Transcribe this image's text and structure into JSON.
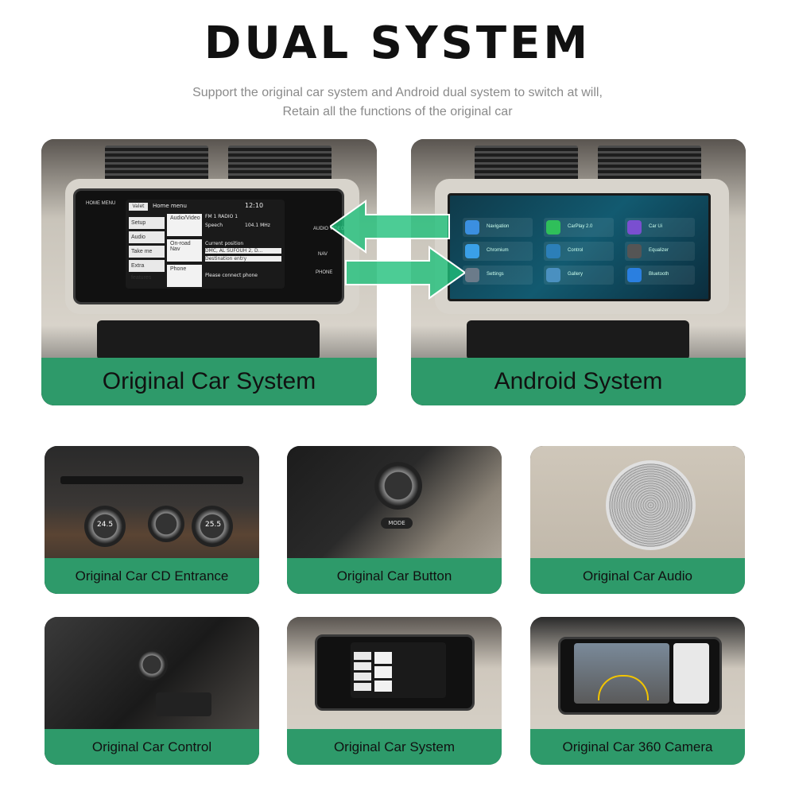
{
  "header": {
    "title": "DUAL SYSTEM",
    "subtitle_line1": "Support the original car system and Android dual system to switch at will,",
    "subtitle_line2": "Retain all the functions of the original car"
  },
  "top_cards": [
    {
      "caption": "Original Car System",
      "screen": {
        "side_labels": [
          "HOME MENU",
          "AUDIO VIDEO",
          "NAV",
          "PHONE"
        ],
        "valet": "Valet",
        "home_menu": "Home menu",
        "clock": "12:10",
        "menu_buttons": [
          "Setup",
          "Audio settings",
          "Take me home",
          "Extra features"
        ],
        "cells": [
          "Audio/Video",
          "FM 1   RADIO 1",
          "Speech",
          "104.1 MHz",
          "On-road Nav",
          "Current position",
          "DMC, AL SUFOUH 2, D...",
          "Destination entry",
          "Phone",
          "Please connect phone"
        ]
      }
    },
    {
      "caption": "Android System",
      "screen": {
        "tiles": [
          "Navigation",
          "CarPlay 2.0",
          "Car Ui",
          "Chromium",
          "Control",
          "Equalizer",
          "Settings",
          "Gallery",
          "Bluetooth"
        ]
      }
    }
  ],
  "bottom_cards": [
    {
      "caption": "Original Car CD Entrance",
      "temps": [
        "24.5",
        "25.5"
      ]
    },
    {
      "caption": "Original Car Button",
      "label": "MODE"
    },
    {
      "caption": "Original Car Audio"
    },
    {
      "caption": "Original Car Control"
    },
    {
      "caption": "Original Car System"
    },
    {
      "caption": "Original Car 360 Camera"
    }
  ],
  "colors": {
    "accent_green": "#2e9a6a",
    "arrow_green": "#1fbf7a",
    "title": "#111111",
    "subtitle": "#8a8a8a"
  },
  "icons": [
    "left-arrow-icon",
    "right-arrow-icon",
    "steering-wheel-icon",
    "speaker-grille-icon",
    "gear-selector-icon",
    "camera-icon"
  ]
}
